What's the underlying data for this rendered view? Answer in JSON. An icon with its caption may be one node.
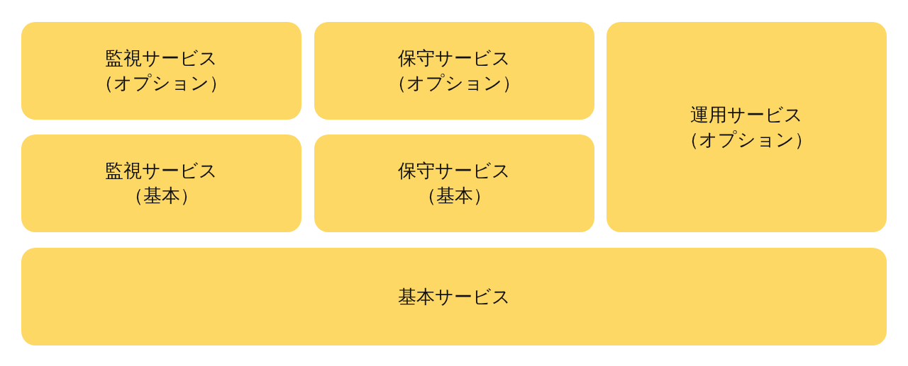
{
  "diagram": {
    "nodes": [
      {
        "text": [
          "監視サービス",
          "（オプション）"
        ]
      },
      {
        "text": [
          "保守サービス",
          "（オプション）"
        ]
      },
      {
        "text": [
          "運用サービス",
          "（オプション）"
        ]
      },
      {
        "text": [
          "監視サービス",
          "（基本）"
        ]
      },
      {
        "text": [
          "保守サービス",
          "（基本）"
        ]
      },
      {
        "text": [
          "基本サービス"
        ]
      }
    ]
  }
}
